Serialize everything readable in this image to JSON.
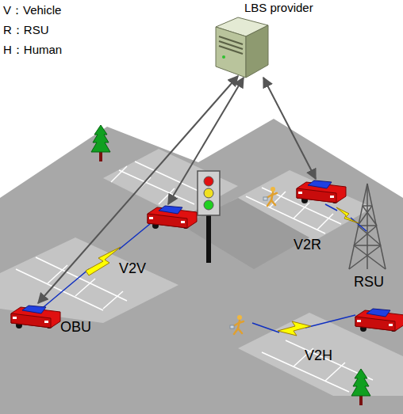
{
  "diagram": {
    "nodes": [
      {
        "text": [
          "LBS provider"
        ]
      }
    ],
    "edges": [],
    "labels": [
      "V：Vehicle",
      "R：RSU",
      "H：Human",
      "V2V",
      "V2R",
      "RSU",
      "OBU",
      "V2H"
    ]
  }
}
